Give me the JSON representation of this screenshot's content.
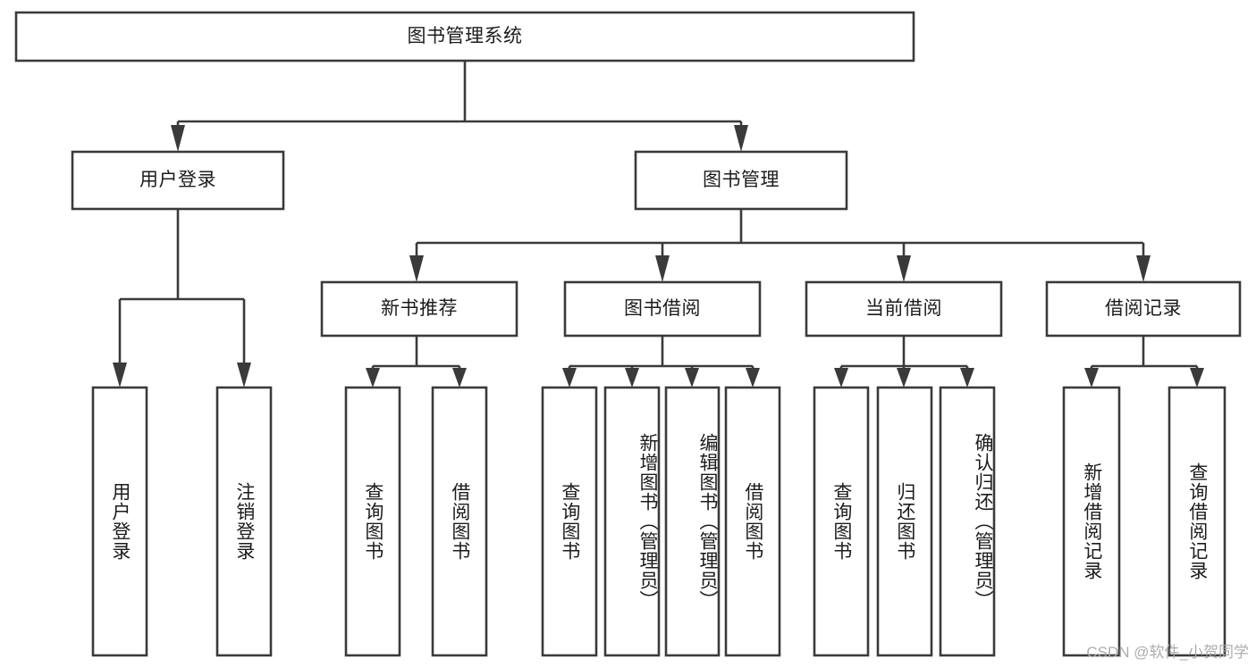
{
  "diagram": {
    "type": "tree-hierarchy",
    "title": "图书管理系统",
    "colors": {
      "box_stroke": "#3a3a3a",
      "box_fill": "#ffffff",
      "connector": "#3a3a3a",
      "text": "#1c1c1c",
      "watermark": "#a9a9a9",
      "background": "#ffffff"
    },
    "root": {
      "label": "图书管理系统"
    },
    "level2": [
      {
        "label": "用户登录"
      },
      {
        "label": "图书管理"
      }
    ],
    "level3": [
      {
        "label": "新书推荐"
      },
      {
        "label": "图书借阅"
      },
      {
        "label": "当前借阅"
      },
      {
        "label": "借阅记录"
      }
    ],
    "leaves": {
      "user_login": [
        {
          "label": "用户登录"
        },
        {
          "label": "注销登录"
        }
      ],
      "new_book_recommend": [
        {
          "label": "查询图书"
        },
        {
          "label": "借阅图书"
        }
      ],
      "book_borrow": [
        {
          "label": "查询图书"
        },
        {
          "label": "新增图书（管理员）"
        },
        {
          "label": "编辑图书（管理员）"
        },
        {
          "label": "借阅图书"
        }
      ],
      "current_borrow": [
        {
          "label": "查询图书"
        },
        {
          "label": "归还图书"
        },
        {
          "label": "确认归还（管理员）"
        }
      ],
      "borrow_record": [
        {
          "label": "新增借阅记录"
        },
        {
          "label": "查询借阅记录"
        }
      ]
    },
    "watermark": "CSDN @软件_小贺同学"
  }
}
